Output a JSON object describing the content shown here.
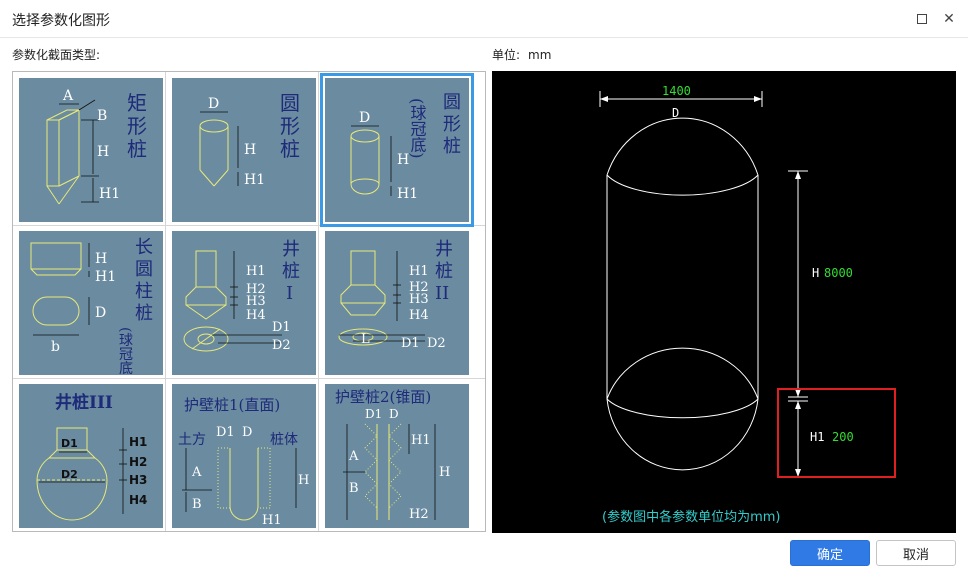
{
  "window": {
    "title": "选择参数化图形"
  },
  "left_panel": {
    "label": "参数化截面类型:"
  },
  "unit": {
    "label": "单位:",
    "value": "mm"
  },
  "tiles": [
    {
      "name_lines": [
        "矩",
        "形",
        "桩"
      ],
      "labels": [
        "A",
        "B",
        "H",
        "H1"
      ]
    },
    {
      "name_lines": [
        "圆",
        "形",
        "桩"
      ],
      "labels": [
        "D",
        "H",
        "H1"
      ]
    },
    {
      "name_lines": [
        "圆",
        "形",
        "桩"
      ],
      "name_sub": "(球冠底)",
      "labels": [
        "D",
        "H",
        "H1"
      ]
    },
    {
      "name_lines": [
        "长",
        "圆",
        "柱",
        "桩"
      ],
      "name_sub": "(球冠底)",
      "labels": [
        "H",
        "H1",
        "D",
        "b"
      ]
    },
    {
      "name_lines": [
        "井",
        "桩",
        "I"
      ],
      "labels": [
        "H1",
        "H2",
        "H3",
        "H4",
        "D1",
        "D2"
      ]
    },
    {
      "name_lines": [
        "井",
        "桩",
        "II"
      ],
      "labels": [
        "H1",
        "H2",
        "H3",
        "H4",
        "L",
        "D1",
        "D2"
      ]
    },
    {
      "name": "井桩III",
      "labels": [
        "D1",
        "D2",
        "H1",
        "H2",
        "H3",
        "H4"
      ]
    },
    {
      "name": "护壁桩1(直面)",
      "labels": [
        "土方",
        "D1",
        "D",
        "桩体",
        "A",
        "B",
        "H",
        "H1"
      ]
    },
    {
      "name": "护壁桩2(锥面)",
      "labels": [
        "D1",
        "D",
        "H1",
        "A",
        "B",
        "H",
        "H2"
      ]
    }
  ],
  "preview": {
    "dims": [
      {
        "name": "D",
        "value": "1400"
      },
      {
        "name": "H",
        "value": "8000"
      },
      {
        "name": "H1",
        "value": "200"
      }
    ],
    "note": "(参数图中各参数单位均为mm)",
    "highlight_color": "#e02020"
  },
  "buttons": {
    "ok": "确定",
    "cancel": "取消"
  },
  "colors": {
    "accent": "#2f7ae5",
    "tile_bg": "#6a8ba0",
    "shape_line": "#e8e87a",
    "dim_value": "#33dd33",
    "note": "#33cccc"
  },
  "icons": [
    "maximize-icon",
    "close-icon"
  ]
}
